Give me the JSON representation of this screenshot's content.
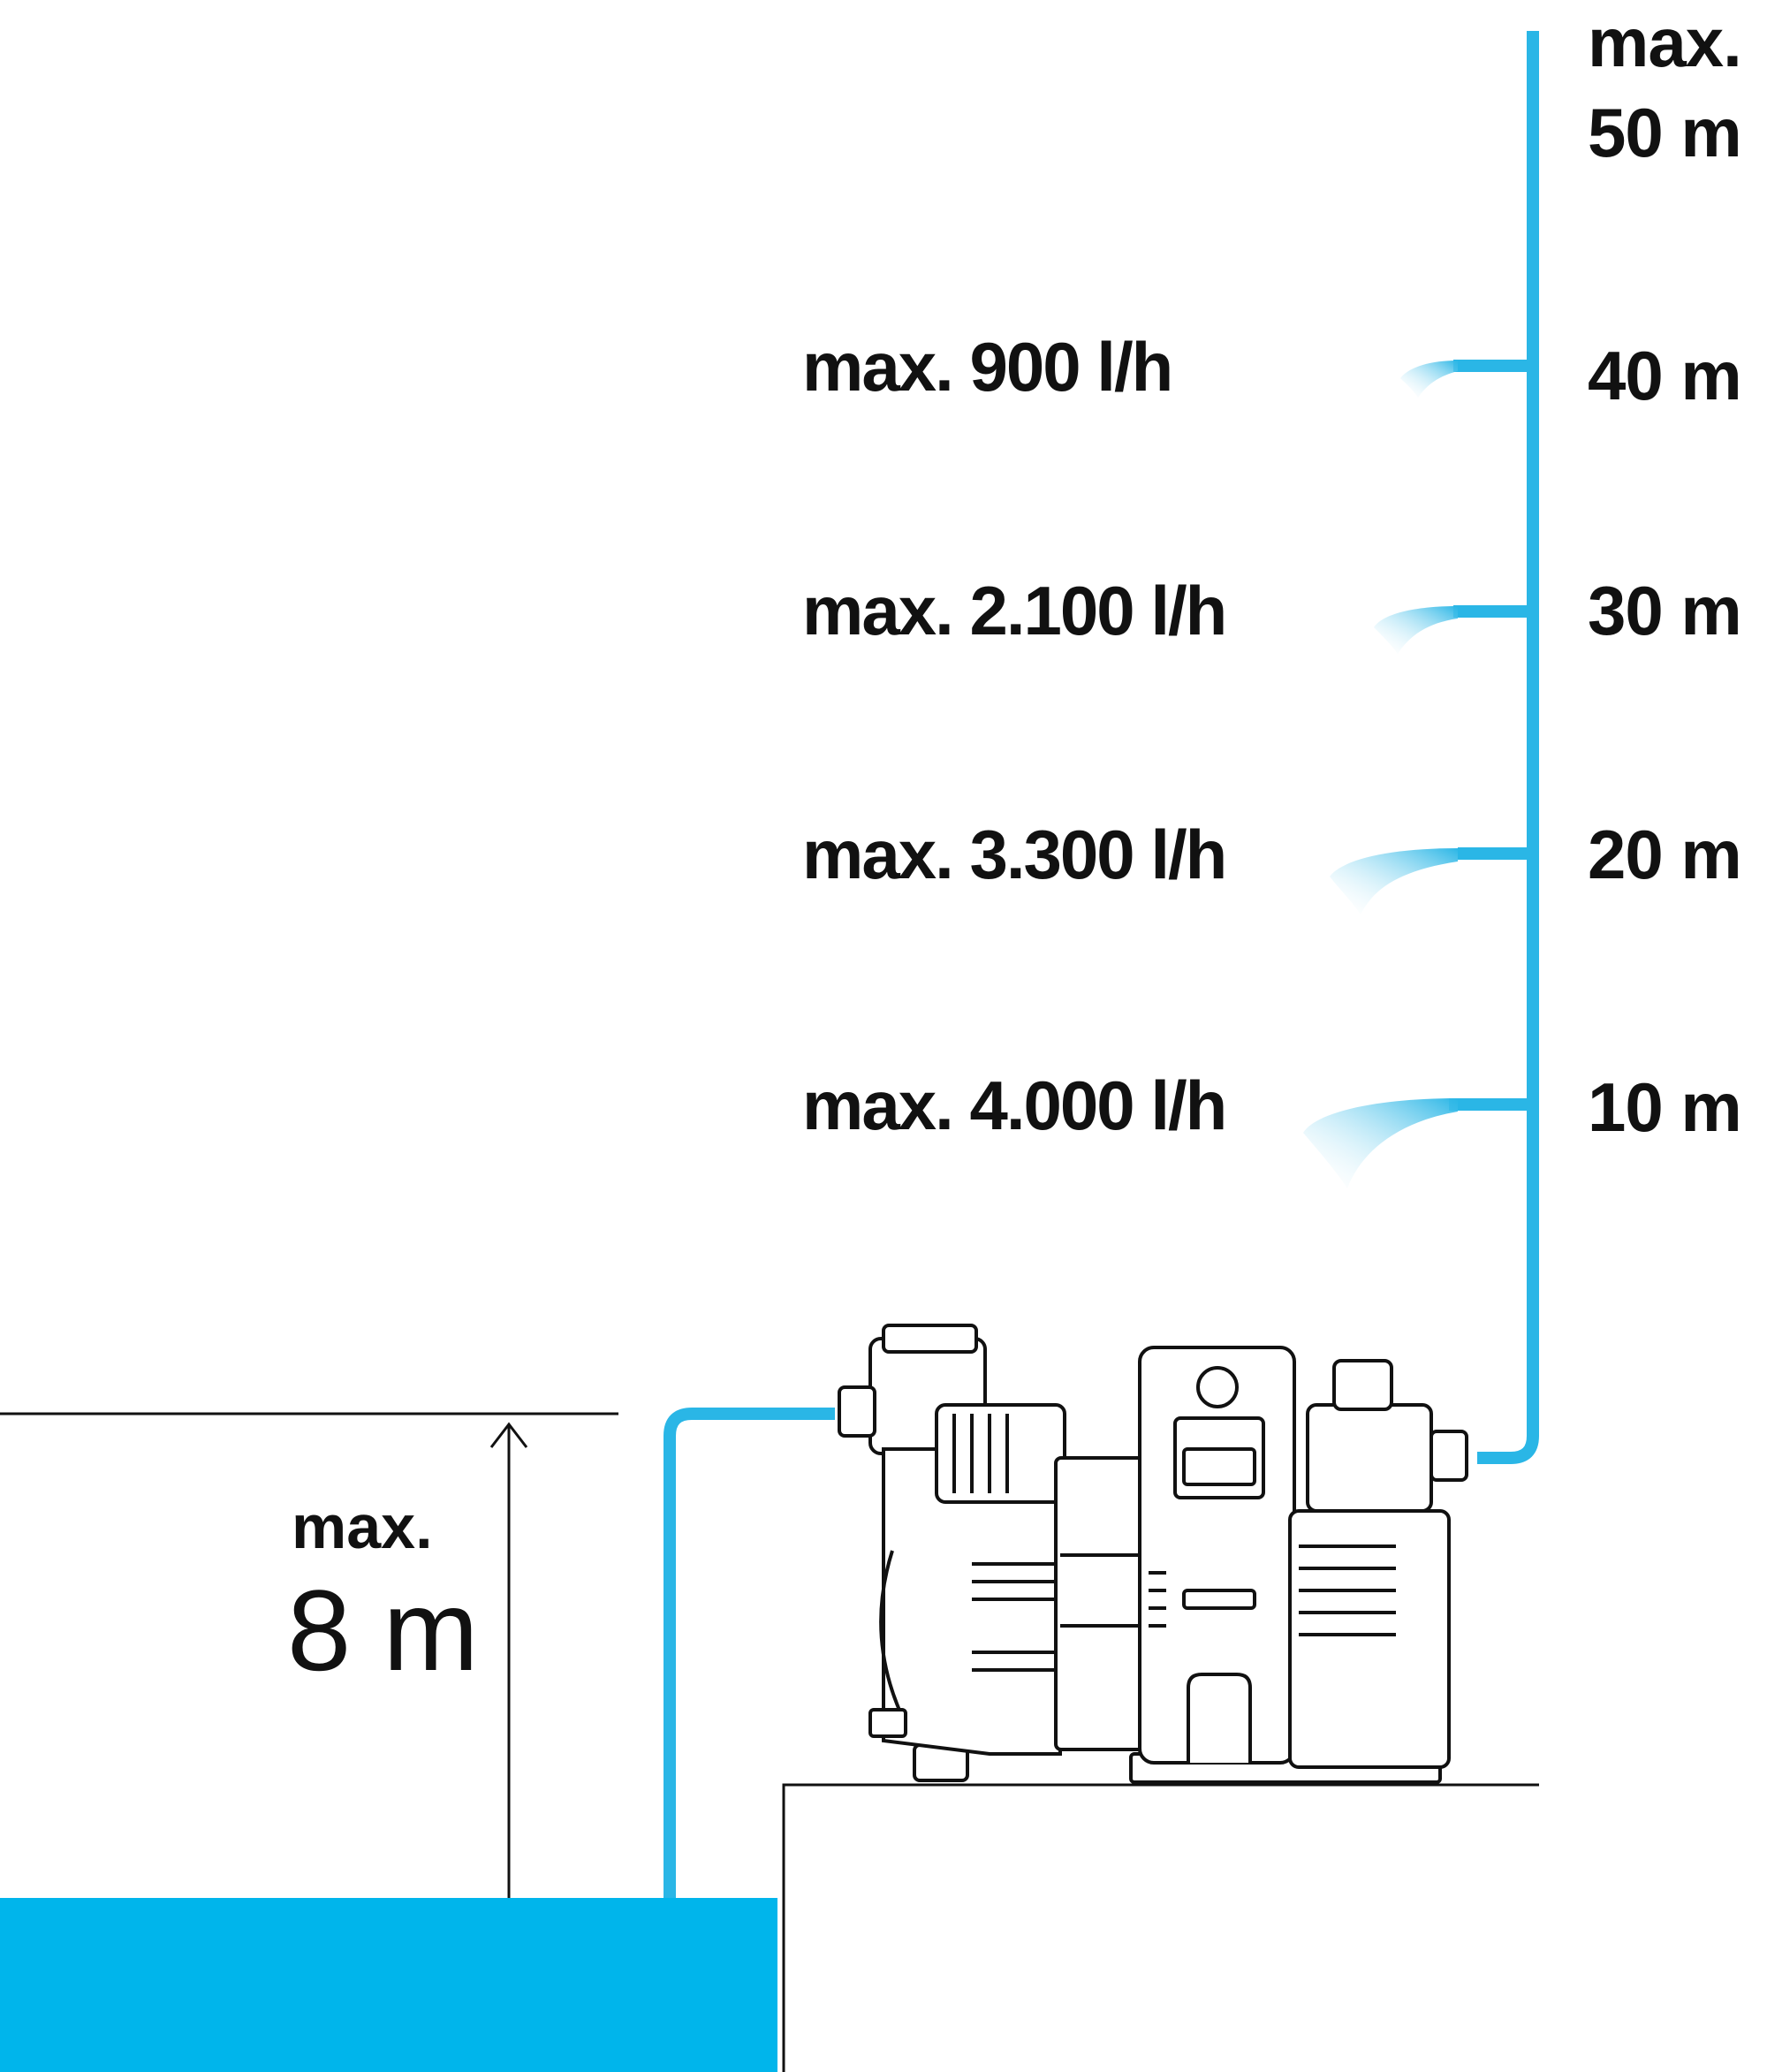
{
  "head_levels": [
    {
      "height": "10 m",
      "flow": "max. 4.000 l/h"
    },
    {
      "height": "20 m",
      "flow": "max. 3.300 l/h"
    },
    {
      "height": "30 m",
      "flow": "max. 2.100 l/h"
    },
    {
      "height": "40 m",
      "flow": "max. 900 l/h"
    }
  ],
  "max_head": {
    "line1": "max.",
    "line2": "50 m"
  },
  "suction": {
    "line1": "max.",
    "line2": "8 m"
  },
  "colors": {
    "pipe": "#2ab6e6",
    "water": "#00b5eb",
    "ink": "#111111"
  }
}
